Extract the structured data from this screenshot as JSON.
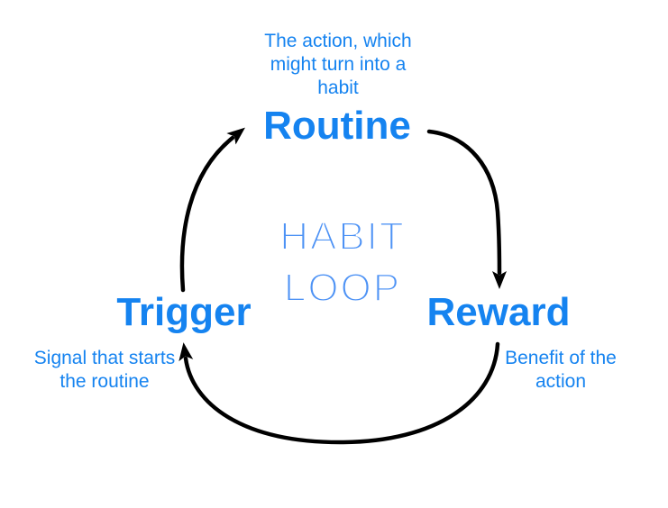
{
  "title_line1": "HABIT",
  "title_line2": "LOOP",
  "nodes": {
    "routine": {
      "label": "Routine",
      "note": "The action, which might turn into a habit"
    },
    "reward": {
      "label": "Reward",
      "note": "Benefit of the action"
    },
    "trigger": {
      "label": "Trigger",
      "note": "Signal that starts the routine"
    }
  },
  "arrows": [
    {
      "name": "routine-to-reward"
    },
    {
      "name": "reward-to-trigger"
    },
    {
      "name": "trigger-to-routine"
    }
  ],
  "colors": {
    "accent": "#1583f0",
    "title": "#4d92f5",
    "arrow": "#000000",
    "background": "#ffffff"
  }
}
